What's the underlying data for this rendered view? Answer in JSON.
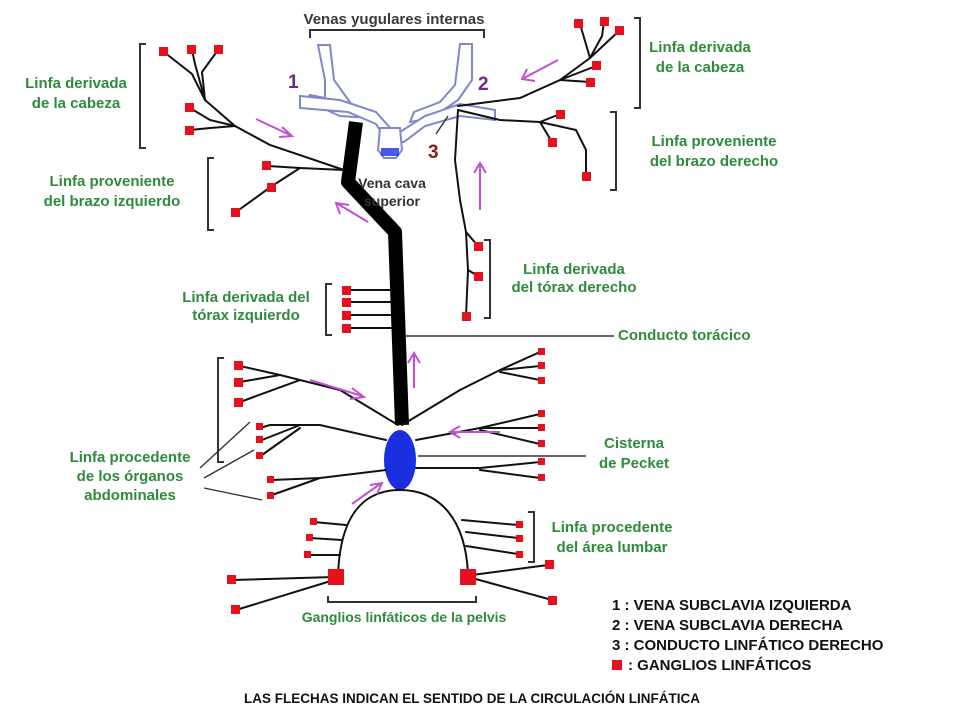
{
  "colors": {
    "label_green": "#2e8b3a",
    "node_red": "#e8101c",
    "arrow_purple": "#c34fd6",
    "vein_blue": "#8088c8",
    "cistern_blue": "#1a2fe0",
    "numbers_purple": "#6a2a8a",
    "number_3_red": "#8b1a1a"
  },
  "labels": {
    "venas_yugulares": "Venas yugulares internas",
    "num_1": "1",
    "num_2": "2",
    "num_3": "3",
    "cabeza_left_1": "Linfa derivada",
    "cabeza_left_2": "de la cabeza",
    "cabeza_right_1": "Linfa derivada",
    "cabeza_right_2": "de la cabeza",
    "brazo_izq_1": "Linfa proveniente",
    "brazo_izq_2": "del brazo izquierdo",
    "brazo_der_1": "Linfa proveniente",
    "brazo_der_2": "del brazo derecho",
    "vena_cava_1": "Vena cava",
    "vena_cava_2": "superior",
    "torax_der_1": "Linfa derivada",
    "torax_der_2": "del tórax derecho",
    "torax_izq_1": "Linfa derivada del",
    "torax_izq_2": "tórax izquierdo",
    "conducto_toracico": "Conducto torácico",
    "cisterna_1": "Cisterna",
    "cisterna_2": "de Pecket",
    "abdominales_1": "Linfa procedente",
    "abdominales_2": "de los órganos",
    "abdominales_3": "abdominales",
    "lumbar_1": "Linfa procedente",
    "lumbar_2": "del área lumbar",
    "ganglios_pelvis": "Ganglios linfáticos de la pelvis"
  },
  "legend": {
    "item_1": "1 : VENA SUBCLAVIA IZQUIERDA",
    "item_2": "2 : VENA SUBCLAVIA DERECHA",
    "item_3": "3 : CONDUCTO LINFÁTICO DERECHO",
    "item_4": ": GANGLIOS LINFÁTICOS"
  },
  "footer": "LAS FLECHAS INDICAN EL SENTIDO DE LA CIRCULACIÓN LINFÁTICA"
}
